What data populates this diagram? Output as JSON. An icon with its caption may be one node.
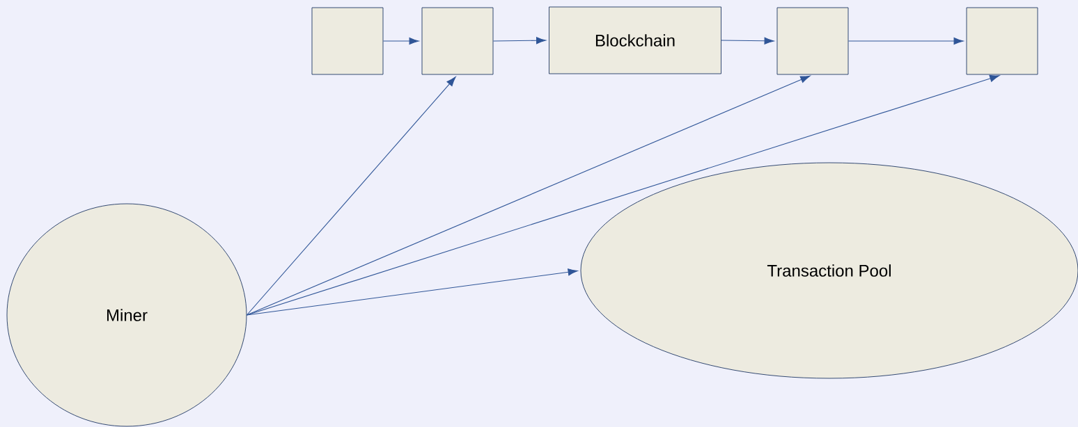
{
  "diagram": {
    "nodes": [
      {
        "text": [],
        "shape": "box"
      },
      {
        "text": [],
        "shape": "box"
      },
      {
        "text": [
          "Blockchain"
        ]
      },
      {
        "text": [],
        "shape": "box"
      },
      {
        "text": [],
        "shape": "box"
      },
      {
        "text": [
          "Miner"
        ]
      },
      {
        "text": [
          "Transaction Pool"
        ]
      }
    ],
    "edges": [
      {
        "from": 0,
        "to": 1,
        "arrow": "to"
      },
      {
        "from": 1,
        "to": 2,
        "arrow": "to"
      },
      {
        "from": 2,
        "to": 3,
        "arrow": "to"
      },
      {
        "from": 3,
        "to": 4,
        "arrow": "to"
      },
      {
        "from": 5,
        "to": 1,
        "arrow": "to"
      },
      {
        "from": 5,
        "to": 3,
        "arrow": "to"
      },
      {
        "from": 5,
        "to": 4,
        "arrow": "to"
      },
      {
        "from": 5,
        "to": 6,
        "arrow": "to"
      }
    ]
  }
}
